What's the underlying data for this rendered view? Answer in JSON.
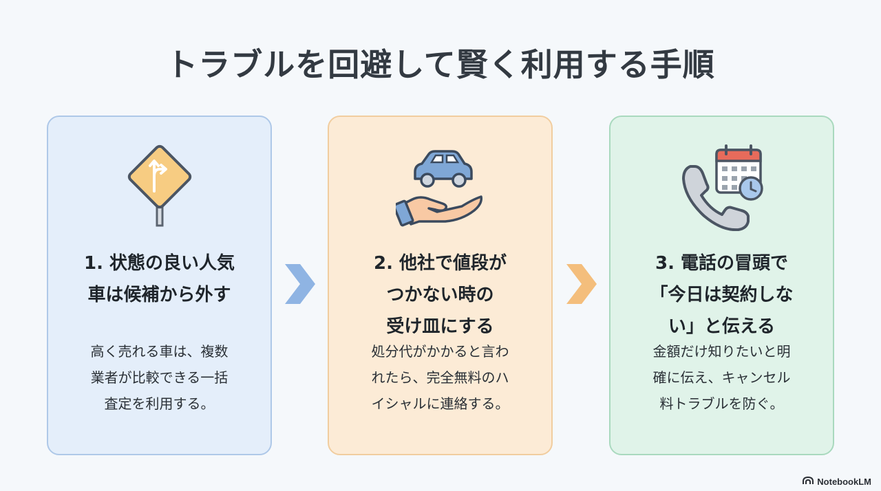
{
  "title": "トラブルを回避して賢く利用する手順",
  "steps": [
    {
      "icon": "direction-sign-icon",
      "heading_lines": [
        "1. 状態の良い人気",
        "車は候補から外す"
      ],
      "body_lines": [
        "高く売れる車は、複数",
        "業者が比較できる一括",
        "査定を利用する。"
      ],
      "accent": "#aec8e8"
    },
    {
      "icon": "car-in-hand-icon",
      "heading_lines": [
        "2. 他社で値段が",
        "つかない時の",
        "受け皿にする"
      ],
      "body_lines": [
        "処分代がかかると言わ",
        "れたら、完全無料のハ",
        "イシャルに連絡する。"
      ],
      "accent": "#f1cd9f"
    },
    {
      "icon": "phone-calendar-icon",
      "heading_lines": [
        "3. 電話の冒頭で",
        "「今日は契約しな",
        "い」と伝える"
      ],
      "body_lines": [
        "金額だけ知りたいと明",
        "確に伝え、キャンセル",
        "料トラブルを防ぐ。"
      ],
      "accent": "#a9d9be"
    }
  ],
  "arrows": [
    {
      "icon": "chevron-right-icon",
      "color": "#8fb4e3"
    },
    {
      "icon": "chevron-right-icon",
      "color": "#f4be7c"
    }
  ],
  "footer": {
    "brand": "NotebookLM",
    "icon": "notebooklm-logo-icon"
  }
}
